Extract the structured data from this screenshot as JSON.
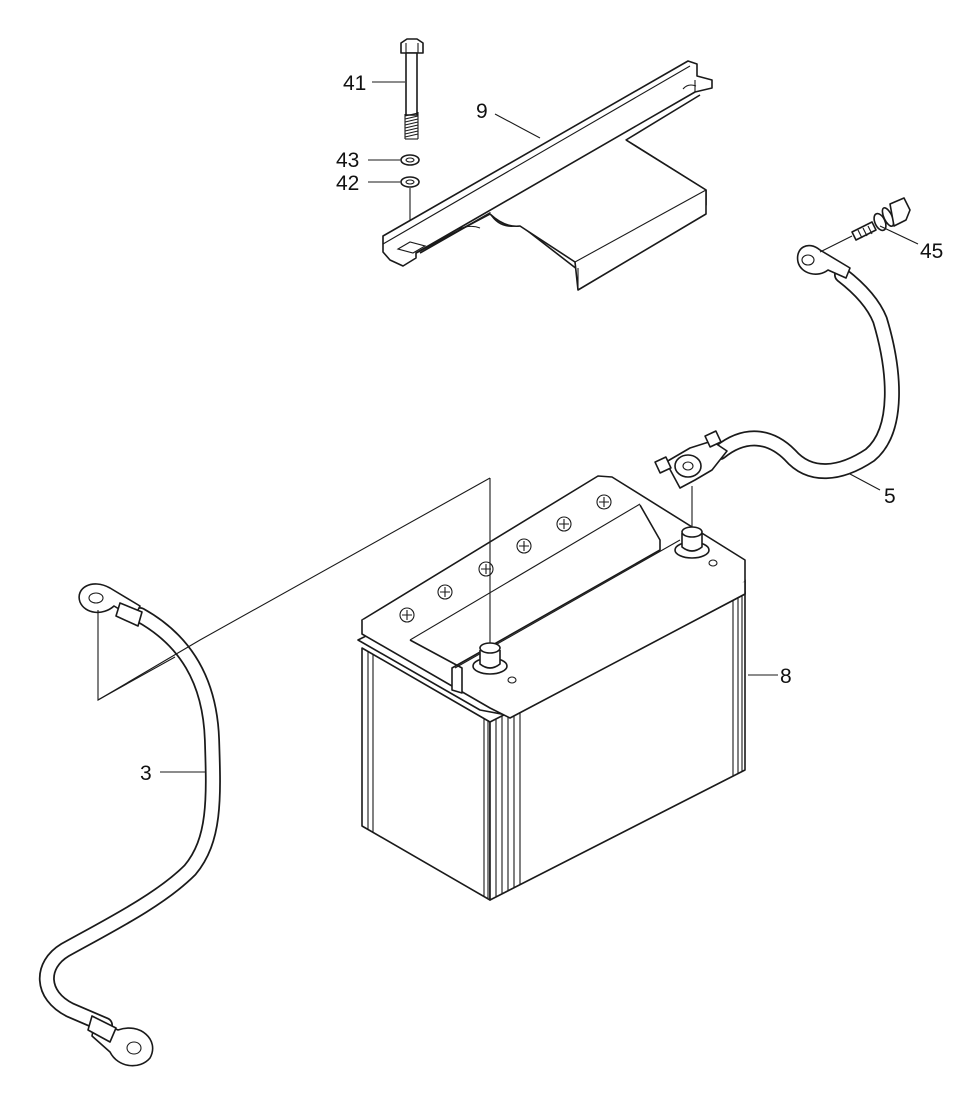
{
  "callouts": {
    "p41": "41",
    "p43": "43",
    "p42": "42",
    "p9": "9",
    "p45": "45",
    "p5": "5",
    "p8": "8",
    "p3": "3"
  },
  "colors": {
    "line": "#1a1a1a",
    "background": "#ffffff"
  }
}
